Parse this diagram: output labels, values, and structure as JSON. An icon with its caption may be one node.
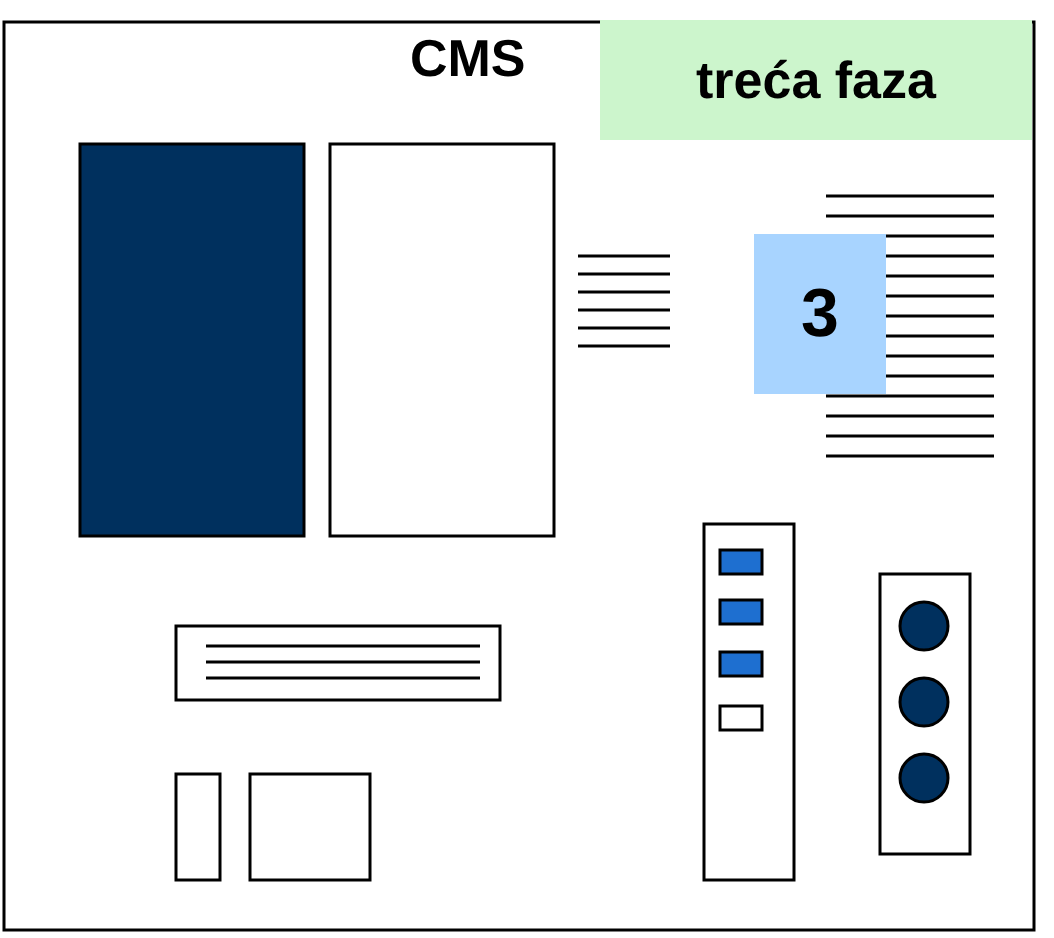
{
  "diagram": {
    "title": "CMS",
    "nodes": [
      {
        "text": [
          "treća faza"
        ]
      },
      {
        "text": [
          "3"
        ]
      }
    ]
  }
}
